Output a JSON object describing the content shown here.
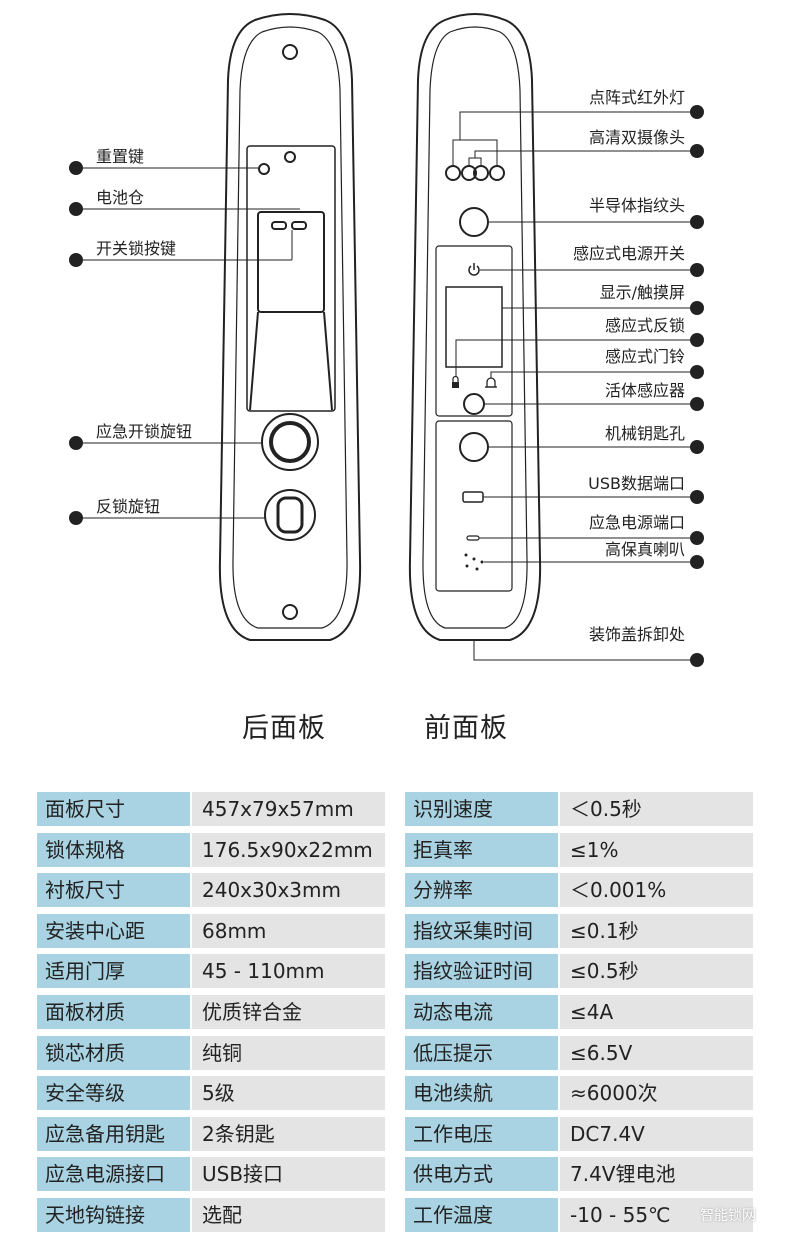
{
  "rear_panel": {
    "title": "后面板",
    "callouts": [
      "重置键",
      "电池仓",
      "开关锁按键",
      "应急开锁旋钮",
      "反锁旋钮"
    ]
  },
  "front_panel": {
    "title": "前面板",
    "callouts": [
      "点阵式红外灯",
      "高清双摄像头",
      "半导体指纹头",
      "感应式电源开关",
      "显示/触摸屏",
      "感应式反锁",
      "感应式门铃",
      "活体感应器",
      "机械钥匙孔",
      "USB数据端口",
      "应急电源端口",
      "高保真喇叭",
      "装饰盖拆卸处"
    ]
  },
  "specs_left": [
    {
      "k": "面板尺寸",
      "v": "457x79x57mm"
    },
    {
      "k": "锁体规格",
      "v": "176.5x90x22mm"
    },
    {
      "k": "衬板尺寸",
      "v": "240x30x3mm"
    },
    {
      "k": "安装中心距",
      "v": "68mm"
    },
    {
      "k": "适用门厚",
      "v": "45 - 110mm"
    },
    {
      "k": "面板材质",
      "v": "优质锌合金"
    },
    {
      "k": "锁芯材质",
      "v": "纯铜"
    },
    {
      "k": "安全等级",
      "v": "5级"
    },
    {
      "k": "应急备用钥匙",
      "v": "2条钥匙"
    },
    {
      "k": "应急电源接口",
      "v": "USB接口"
    },
    {
      "k": "天地钩链接",
      "v": "选配"
    }
  ],
  "specs_right": [
    {
      "k": "识别速度",
      "v": "＜0.5秒"
    },
    {
      "k": "拒真率",
      "v": "≤1%"
    },
    {
      "k": "分辨率",
      "v": "＜0.001%"
    },
    {
      "k": "指纹采集时间",
      "v": "≤0.1秒"
    },
    {
      "k": "指纹验证时间",
      "v": "≤0.5秒"
    },
    {
      "k": "动态电流",
      "v": "≤4A"
    },
    {
      "k": "低压提示",
      "v": "≤6.5V"
    },
    {
      "k": "电池续航",
      "v": "≈6000次"
    },
    {
      "k": "工作电压",
      "v": "DC7.4V"
    },
    {
      "k": "供电方式",
      "v": "7.4V锂电池"
    },
    {
      "k": "工作温度",
      "v": "-10 - 55℃"
    }
  ],
  "watermark": "智能锁网",
  "colors": {
    "label_bg": "#a9d3e2",
    "value_bg": "#e4e4e4",
    "line": "#222222"
  }
}
